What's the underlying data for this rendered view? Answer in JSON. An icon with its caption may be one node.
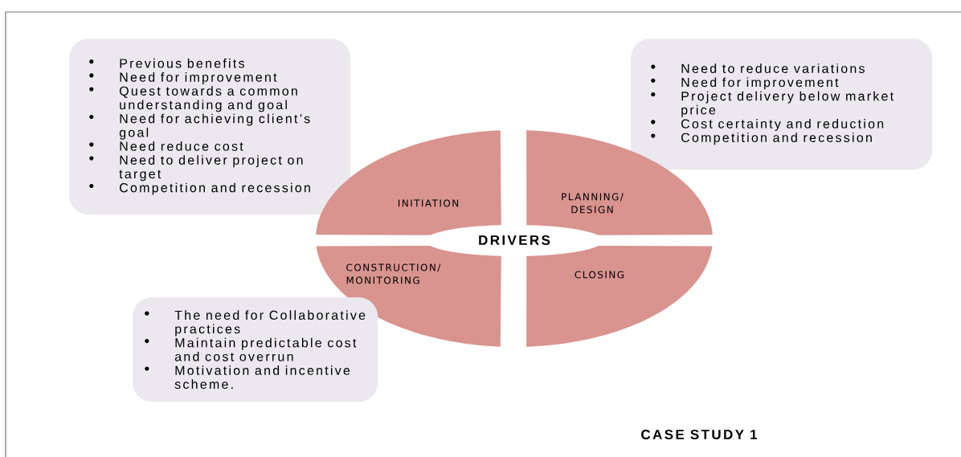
{
  "diagram": {
    "caption": "CASE STUDY 1",
    "nodes": [
      {
        "text": [
          "Previous benefits",
          "Need for improvement",
          "Quest towards a common understanding and goal",
          "Need for achieving client’s goal",
          "Need reduce cost",
          "Need to deliver project on target",
          "Competition and recession"
        ]
      },
      {
        "text": [
          "Need to reduce variations",
          "Need for improvement",
          "Project delivery below market price",
          "Cost certainty and reduction",
          "Competition and recession"
        ]
      },
      {
        "text": [
          "INITIATION"
        ]
      },
      {
        "text": [
          "PLANNING/ DESIGN"
        ]
      },
      {
        "text": [
          "DRIVERS"
        ]
      },
      {
        "text": [
          "CONSTRUCTION/ MONITORING"
        ]
      },
      {
        "text": [
          "CLOSING"
        ]
      },
      {
        "text": [
          "The need for Collaborative practices",
          "Maintain predictable cost and cost overrun",
          "Motivation and incentive scheme."
        ]
      }
    ]
  }
}
